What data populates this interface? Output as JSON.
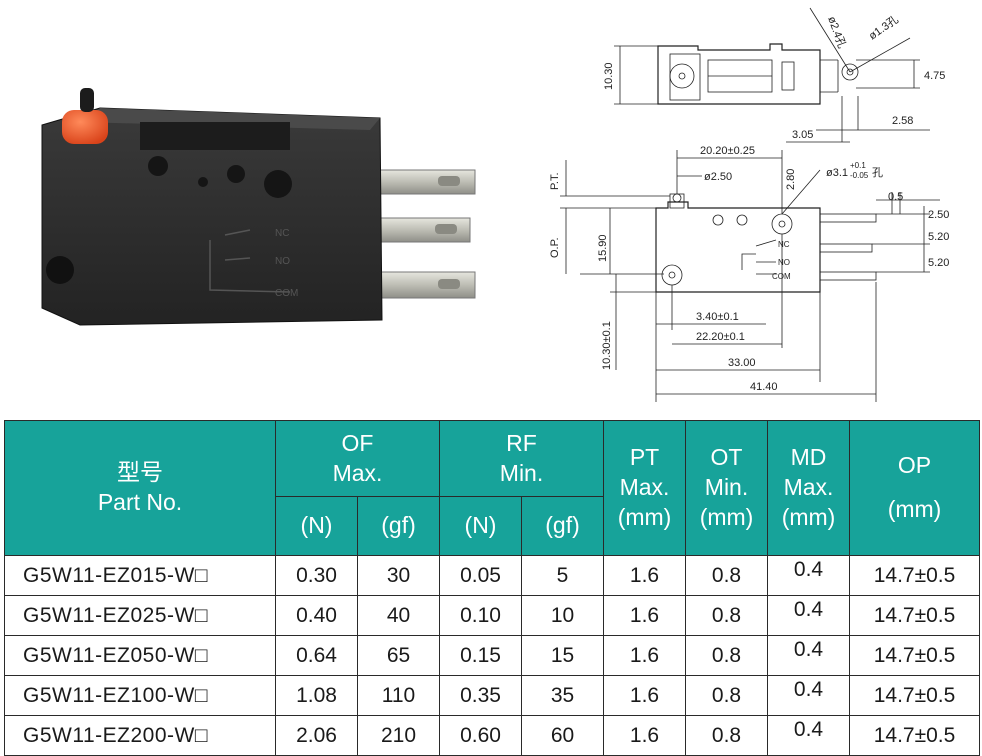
{
  "drawing": {
    "dims": {
      "d_2_4_hole": "ø2.4孔",
      "d_1_3_hole": "ø1.3孔",
      "h_10_30_top": "10.30",
      "h_4_75": "4.75",
      "w_2_58": "2.58",
      "w_3_05": "3.05",
      "w_20_20": "20.20±0.25",
      "d_2_50": "ø2.50",
      "h_2_80": "2.80",
      "d_3_1_hole": "ø3.1",
      "d_3_1_tol_upper": "+0.1",
      "d_3_1_tol_lower": "-0.05",
      "d_3_1_suffix": "孔",
      "w_0_5": "0.5",
      "h_2_50": "2.50",
      "h_5_20_a": "5.20",
      "h_5_20_b": "5.20",
      "label_pt": "P.T.",
      "label_op": "O.P.",
      "h_15_90": "15.90",
      "h_10_30_side": "10.30±0.1",
      "w_3_40": "3.40±0.1",
      "w_22_20": "22.20±0.1",
      "w_33_00": "33.00",
      "w_41_40": "41.40",
      "term_nc": "NC",
      "term_no": "NO",
      "term_com": "COM"
    }
  },
  "photo": {
    "labels": {
      "nc": "NC",
      "no": "NO",
      "com": "COM"
    },
    "colors": {
      "body": "#2e2e2e",
      "plunger": "#f05a2a",
      "terminal": "#c8c8c0"
    }
  },
  "table": {
    "header": {
      "part_cn": "型号",
      "part_en": "Part No.",
      "of_line1": "OF",
      "of_line2": "Max.",
      "rf_line1": "RF",
      "rf_line2": "Min.",
      "pt_line1": "PT",
      "pt_line2": "Max.",
      "pt_unit": "(mm)",
      "ot_line1": "OT",
      "ot_line2": "Min.",
      "ot_unit": "(mm)",
      "md_line1": "MD",
      "md_line2": "Max.",
      "md_unit": "(mm)",
      "op_line1": "OP",
      "op_unit": "(mm)",
      "of_n": "(N)",
      "of_gf": "(gf)",
      "rf_n": "(N)",
      "rf_gf": "(gf)"
    },
    "rows": [
      {
        "part": "G5W11-EZ015-W□",
        "of_n": "0.30",
        "of_gf": "30",
        "rf_n": "0.05",
        "rf_gf": "5",
        "pt": "1.6",
        "ot": "0.8",
        "md": "0.4",
        "op": "14.7±0.5"
      },
      {
        "part": "G5W11-EZ025-W□",
        "of_n": "0.40",
        "of_gf": "40",
        "rf_n": "0.10",
        "rf_gf": "10",
        "pt": "1.6",
        "ot": "0.8",
        "md": "0.4",
        "op": "14.7±0.5"
      },
      {
        "part": "G5W11-EZ050-W□",
        "of_n": "0.64",
        "of_gf": "65",
        "rf_n": "0.15",
        "rf_gf": "15",
        "pt": "1.6",
        "ot": "0.8",
        "md": "0.4",
        "op": "14.7±0.5"
      },
      {
        "part": "G5W11-EZ100-W□",
        "of_n": "1.08",
        "of_gf": "110",
        "rf_n": "0.35",
        "rf_gf": "35",
        "pt": "1.6",
        "ot": "0.8",
        "md": "0.4",
        "op": "14.7±0.5"
      },
      {
        "part": "G5W11-EZ200-W□",
        "of_n": "2.06",
        "of_gf": "210",
        "rf_n": "0.60",
        "rf_gf": "60",
        "pt": "1.6",
        "ot": "0.8",
        "md": "0.4",
        "op": "14.7±0.5"
      }
    ],
    "colors": {
      "header_bg": "#17a39a",
      "header_text": "#ffffff"
    }
  }
}
